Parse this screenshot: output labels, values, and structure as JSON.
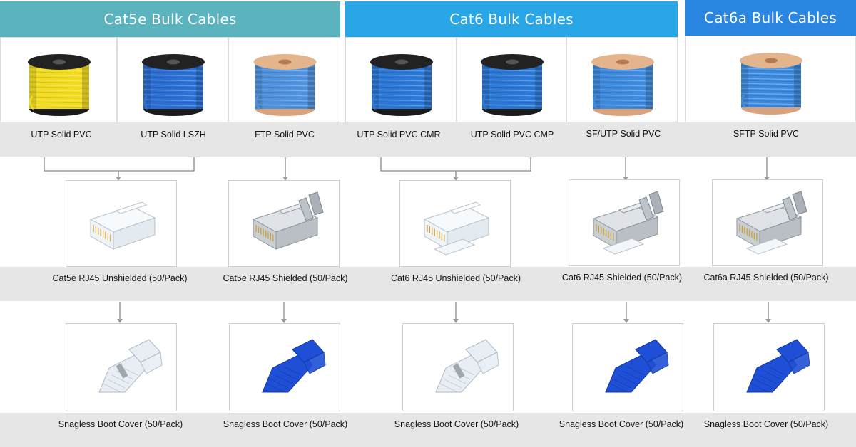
{
  "headers": [
    {
      "label": "Cat5e Bulk Cables",
      "color": "#5ab3bd"
    },
    {
      "label": "Cat6 Bulk Cables",
      "color": "#28a6e6"
    },
    {
      "label": "Cat6a Bulk Cables",
      "color": "#2a86e0"
    }
  ],
  "cables": [
    {
      "label": "UTP Solid PVC",
      "color": "#f2dc1d",
      "reel_top": "#222222"
    },
    {
      "label": "UTP Solid LSZH",
      "color": "#2a6fd6",
      "reel_top": "#222222"
    },
    {
      "label": "FTP Solid PVC",
      "color": "#4f93e0",
      "reel_top": "#e4b48c"
    },
    {
      "label": "UTP Solid PVC CMR",
      "color": "#2a78d8",
      "reel_top": "#222222"
    },
    {
      "label": "UTP Solid PVC CMP",
      "color": "#2a78d8",
      "reel_top": "#222222"
    },
    {
      "label": "SF/UTP Solid PVC",
      "color": "#3d8be0",
      "reel_top": "#e4b48c"
    },
    {
      "label": "SFTP Solid PVC",
      "color": "#3d8be0",
      "reel_top": "#e4b48c"
    }
  ],
  "connectors": [
    {
      "label": "Cat5e RJ45 Unshielded (50/Pack)",
      "icon": "rj45-unshielded-icon"
    },
    {
      "label": "Cat5e RJ45 Shielded (50/Pack)",
      "icon": "rj45-shielded-icon"
    },
    {
      "label": "Cat6 RJ45 Unshielded (50/Pack)",
      "icon": "rj45-unshielded-icon"
    },
    {
      "label": "Cat6 RJ45 Shielded (50/Pack)",
      "icon": "rj45-shielded-icon"
    },
    {
      "label": "Cat6a RJ45 Shielded (50/Pack)",
      "icon": "rj45-shielded-icon"
    }
  ],
  "boots": [
    {
      "label": "Snagless Boot Cover (50/Pack)",
      "color": "#e8eef5",
      "icon": "clear-boot-icon"
    },
    {
      "label": "Snagless Boot Cover (50/Pack)",
      "color": "#1f4fd6",
      "icon": "blue-boot-icon"
    },
    {
      "label": "Snagless Boot Cover (50/Pack)",
      "color": "#e8eef5",
      "icon": "clear-boot-icon"
    },
    {
      "label": "Snagless Boot Cover (50/Pack)",
      "color": "#1f4fd6",
      "icon": "blue-boot-icon"
    },
    {
      "label": "Snagless Boot Cover (50/Pack)",
      "color": "#1f4fd6",
      "icon": "blue-boot-icon"
    }
  ]
}
